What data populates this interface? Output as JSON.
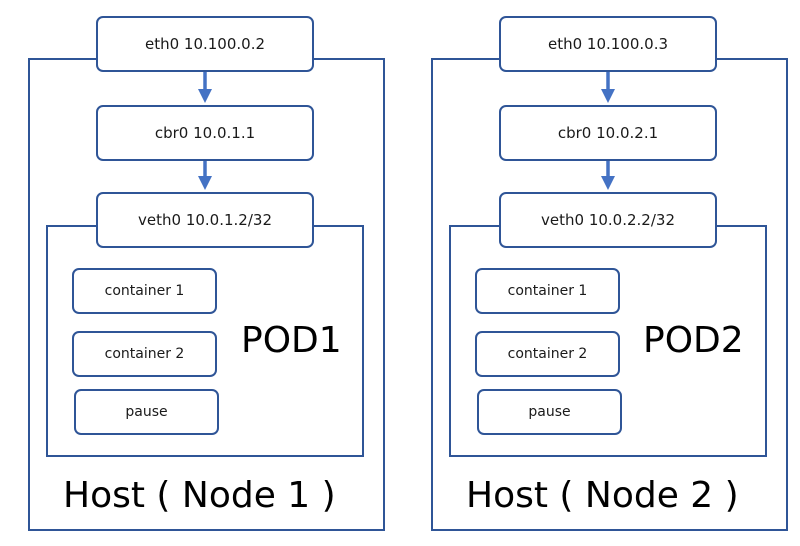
{
  "colors": {
    "border": "#2f5597",
    "arrow": "#4472c4"
  },
  "hosts": [
    {
      "host_label": "Host ( Node 1 )",
      "eth0": "eth0 10.100.0.2",
      "cbr0": "cbr0 10.0.1.1",
      "veth0": "veth0 10.0.1.2/32",
      "pod_label": "POD1",
      "containers": [
        "container 1",
        "container 2",
        "pause"
      ]
    },
    {
      "host_label": "Host ( Node 2 )",
      "eth0": "eth0 10.100.0.3",
      "cbr0": "cbr0 10.0.2.1",
      "veth0": "veth0 10.0.2.2/32",
      "pod_label": "POD2",
      "containers": [
        "container 1",
        "container 2",
        "pause"
      ]
    }
  ]
}
